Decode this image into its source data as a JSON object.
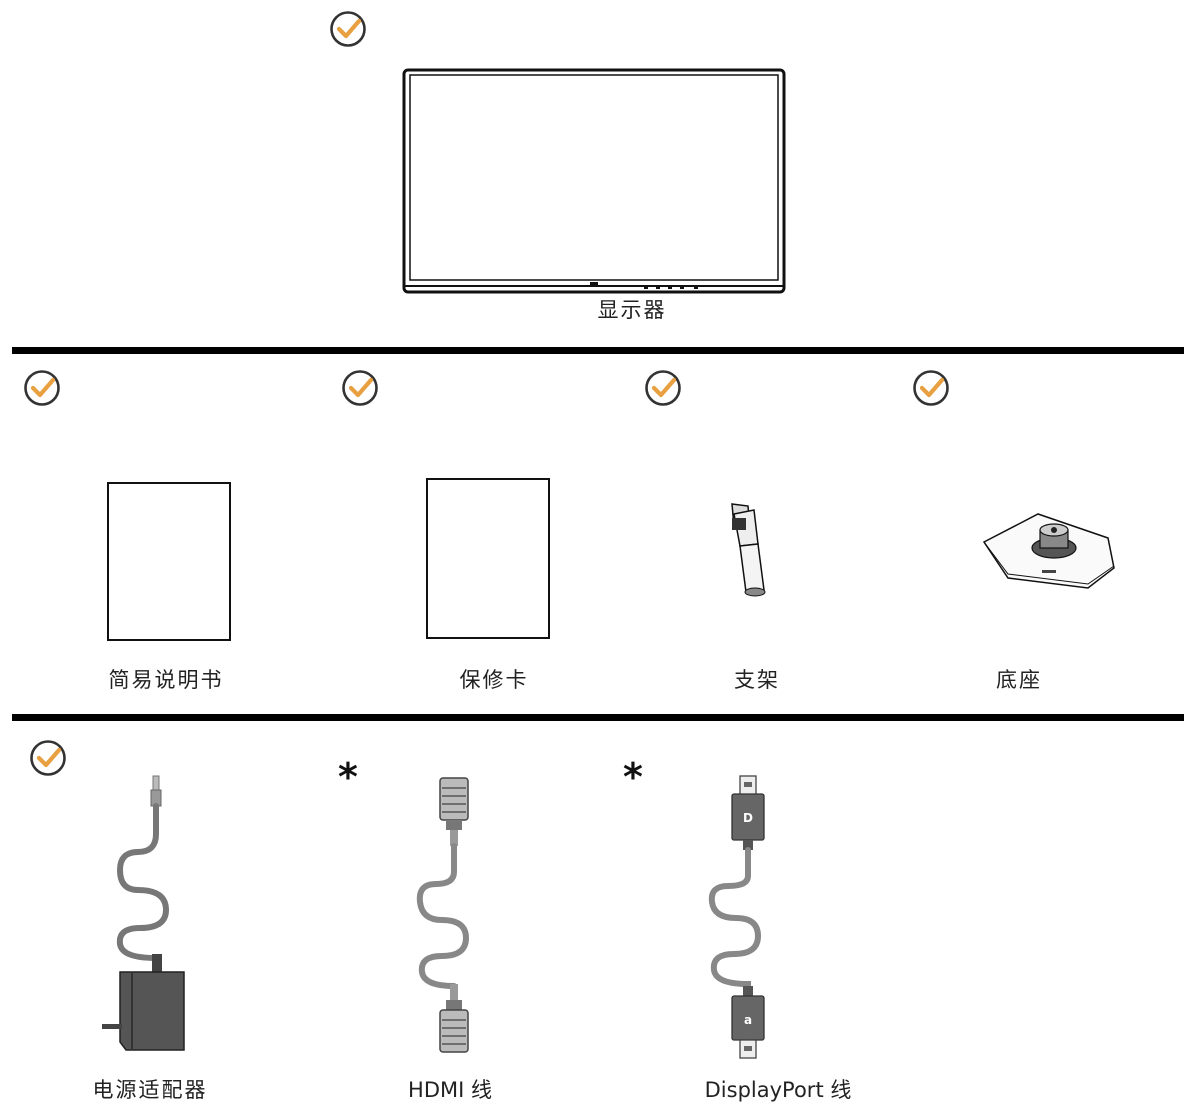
{
  "section_top": {
    "monitor_label": "显示器"
  },
  "section_middle": {
    "items": [
      {
        "label": "简易说明书"
      },
      {
        "label": "保修卡"
      },
      {
        "label": "支架"
      },
      {
        "label": "底座"
      }
    ]
  },
  "section_bottom": {
    "items": [
      {
        "label": "电源适配器",
        "mark": "check"
      },
      {
        "label": "HDMI 线",
        "mark": "*"
      },
      {
        "label": "DisplayPort 线",
        "mark": "*"
      }
    ]
  },
  "colors": {
    "check_accent": "#e8a040",
    "rule": "#000000",
    "cable_gray": "#7a7a7a"
  },
  "icons": [
    "check-circle-icon",
    "monitor-icon",
    "document-icon",
    "stand-icon",
    "base-icon",
    "power-adapter-icon",
    "hdmi-cable-icon",
    "displayport-cable-icon"
  ]
}
